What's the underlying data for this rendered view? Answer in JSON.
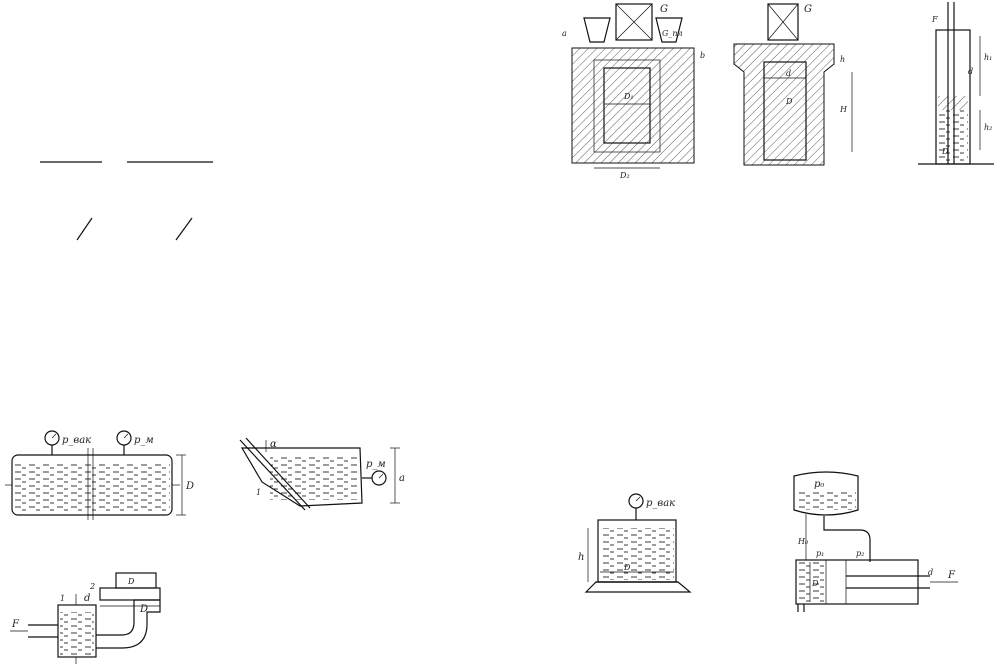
{
  "figure_pressure_vessel": {
    "p_vac": "p_вак",
    "p_m": "p_м",
    "D": "D"
  },
  "figure_inclined_tank": {
    "alpha": "α",
    "p_m": "p_м",
    "a": "a",
    "one": "1"
  },
  "figure_press": {
    "F": "F",
    "d": "d",
    "one": "1",
    "two": "2",
    "D": "D",
    "tank": "D"
  },
  "figure_mold_left": {
    "G": "G",
    "G_pl": "G_пл",
    "a": "a",
    "b": "b",
    "D1": "D₁",
    "D2": "D₂"
  },
  "figure_mold_mid": {
    "G": "G",
    "h": "h",
    "H": "H",
    "d": "d",
    "D": "D"
  },
  "figure_tubes": {
    "F": "F",
    "h1": "h₁",
    "d": "d",
    "h2": "h₂",
    "D": "D"
  },
  "figure_tank_vac": {
    "p_vac": "p_вак",
    "h": "h",
    "D": "D"
  },
  "figure_cylinder": {
    "p0": "p₀",
    "H0": "H₀",
    "p1": "p₁",
    "p2": "p₂",
    "D": "D",
    "d": "d",
    "F": "F"
  }
}
